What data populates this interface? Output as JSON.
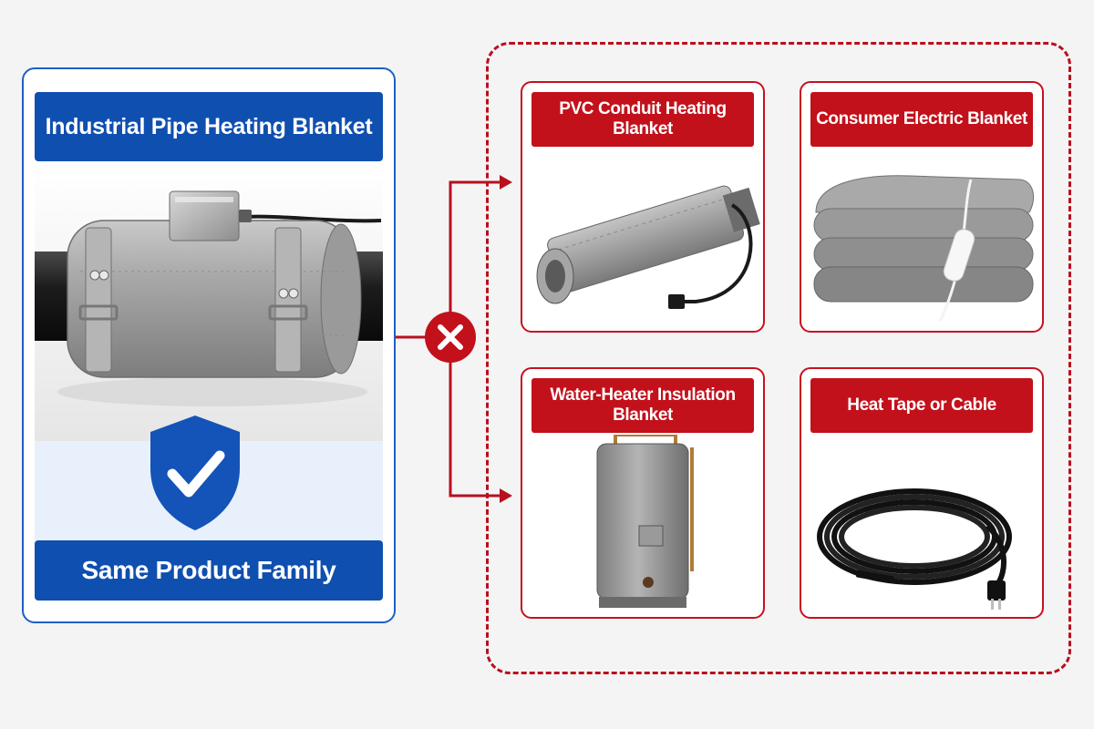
{
  "same_family": {
    "title": "Industrial Pipe Heating Blanket",
    "label": "Same Product Family",
    "badge_icon": "shield-check-icon",
    "color": "#0f4fb0"
  },
  "excluded": {
    "divider_icon": "x-circle-icon",
    "color": "#c2111b",
    "items": [
      {
        "label": "PVC Conduit Heating Blanket",
        "icon": "pvc-conduit-blanket-icon"
      },
      {
        "label": "Consumer Electric Blanket",
        "icon": "electric-blanket-icon"
      },
      {
        "label": "Water-Heater Insulation Blanket",
        "icon": "water-heater-icon"
      },
      {
        "label": "Heat Tape or Cable",
        "icon": "heat-cable-icon"
      }
    ]
  }
}
